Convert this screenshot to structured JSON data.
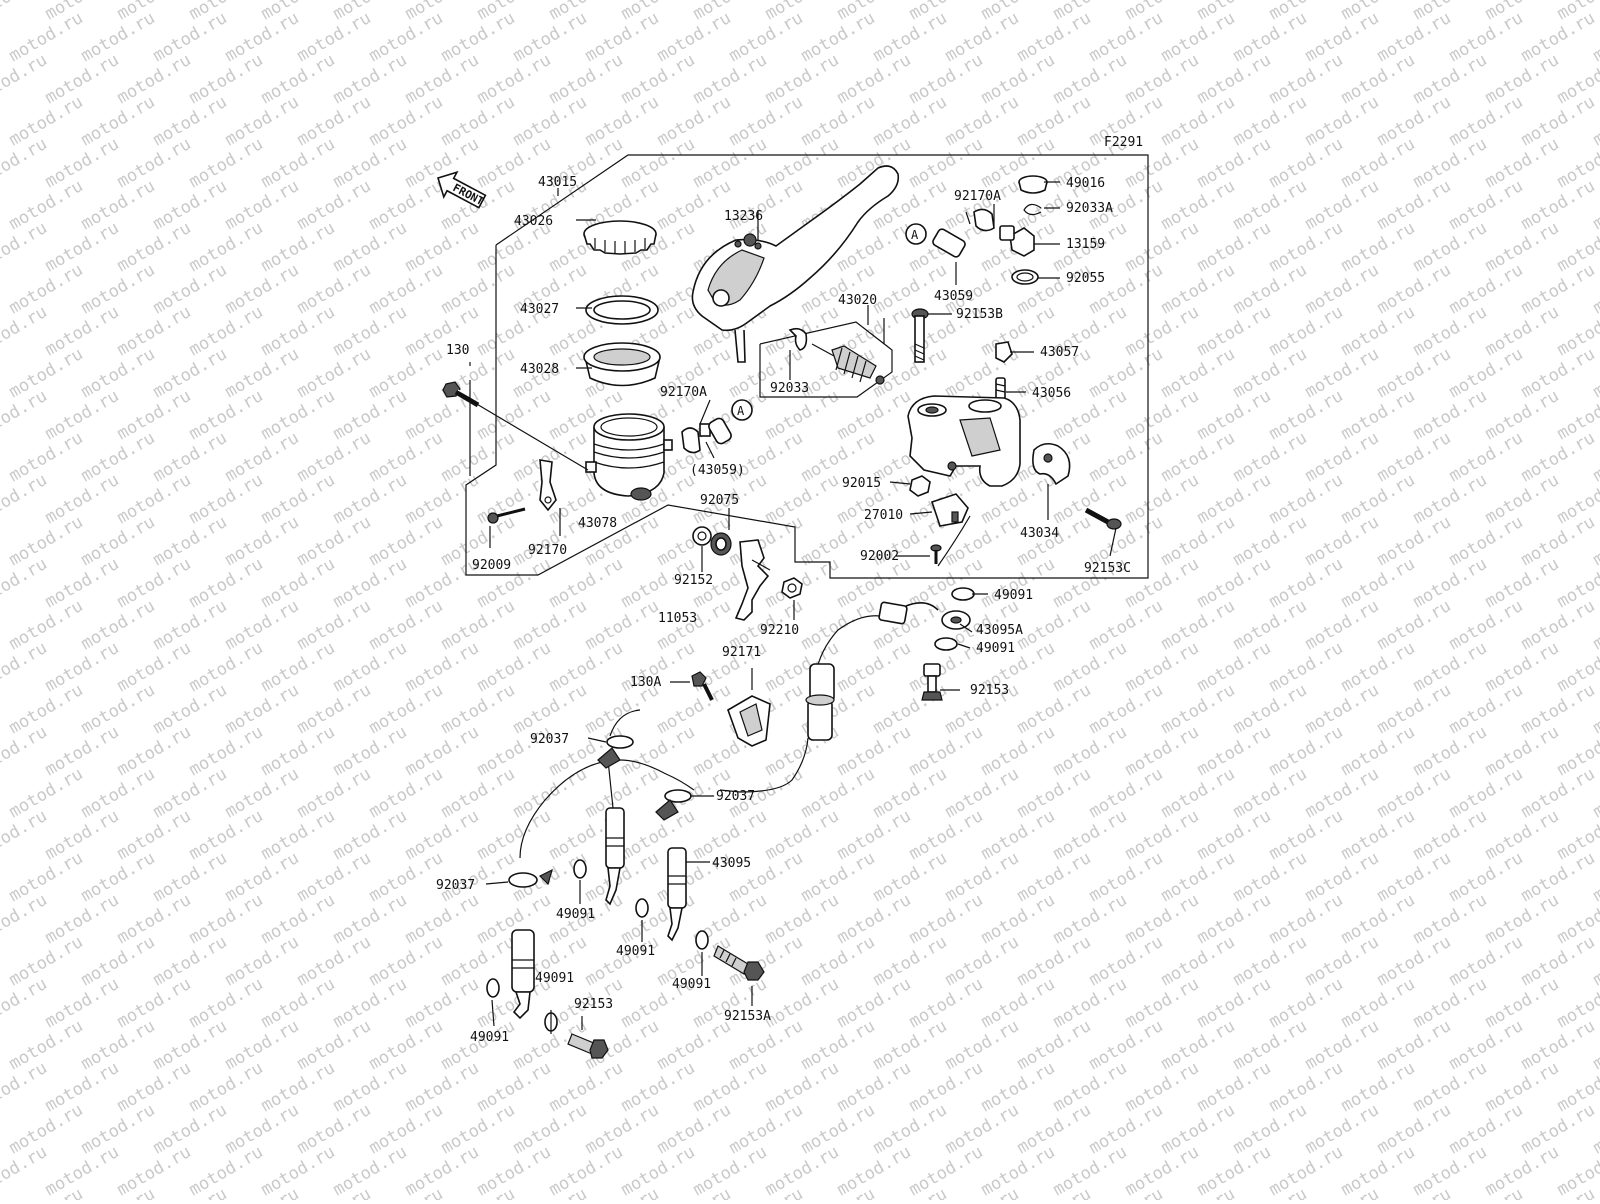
{
  "watermark": "motod.ru",
  "figure_code": "F2291",
  "front_label": "FRONT",
  "ref_marker": "A",
  "labels": [
    "43015",
    "43026",
    "43027",
    "43028",
    "130",
    "92170A",
    "(43059)",
    "43078",
    "92170",
    "92009",
    "13236",
    "43020",
    "92033",
    "92075",
    "92152",
    "11053",
    "92210",
    "49016",
    "92170A",
    "92033A",
    "13159",
    "43059",
    "92055",
    "92153B",
    "43057",
    "43056",
    "92015",
    "27010",
    "92002",
    "43034",
    "92153C",
    "49091",
    "43095A",
    "49091",
    "92153",
    "92171",
    "130A",
    "92037",
    "92037",
    "43095",
    "92037",
    "49091",
    "49091",
    "49091",
    "49091",
    "92153",
    "92153A",
    "49091"
  ]
}
